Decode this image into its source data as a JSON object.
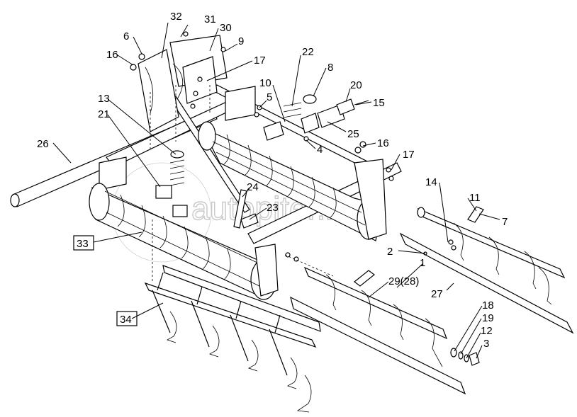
{
  "watermark": "autopiter.ru",
  "callouts": [
    {
      "id": "c32",
      "text": "32"
    },
    {
      "id": "c31",
      "text": "31"
    },
    {
      "id": "c30",
      "text": "30"
    },
    {
      "id": "c6",
      "text": "6"
    },
    {
      "id": "c9",
      "text": "9"
    },
    {
      "id": "c16a",
      "text": "16"
    },
    {
      "id": "c17a",
      "text": "17"
    },
    {
      "id": "c22",
      "text": "22"
    },
    {
      "id": "c8",
      "text": "8"
    },
    {
      "id": "c10",
      "text": "10"
    },
    {
      "id": "c20",
      "text": "20"
    },
    {
      "id": "c13",
      "text": "13"
    },
    {
      "id": "c5",
      "text": "5"
    },
    {
      "id": "c15",
      "text": "15"
    },
    {
      "id": "c21",
      "text": "21"
    },
    {
      "id": "c25",
      "text": "25"
    },
    {
      "id": "c26",
      "text": "26"
    },
    {
      "id": "c16b",
      "text": "16"
    },
    {
      "id": "c4",
      "text": "4"
    },
    {
      "id": "c17b",
      "text": "17"
    },
    {
      "id": "c14",
      "text": "14"
    },
    {
      "id": "c24",
      "text": "24"
    },
    {
      "id": "c11",
      "text": "11"
    },
    {
      "id": "c23",
      "text": "23"
    },
    {
      "id": "c7",
      "text": "7"
    },
    {
      "id": "c33",
      "text": "33"
    },
    {
      "id": "c2",
      "text": "2"
    },
    {
      "id": "c1",
      "text": "1"
    },
    {
      "id": "c29",
      "text": "29(28)"
    },
    {
      "id": "c27",
      "text": "27"
    },
    {
      "id": "c34",
      "text": "34"
    },
    {
      "id": "c18",
      "text": "18"
    },
    {
      "id": "c19",
      "text": "19"
    },
    {
      "id": "c12",
      "text": "12"
    },
    {
      "id": "c3",
      "text": "3"
    }
  ]
}
